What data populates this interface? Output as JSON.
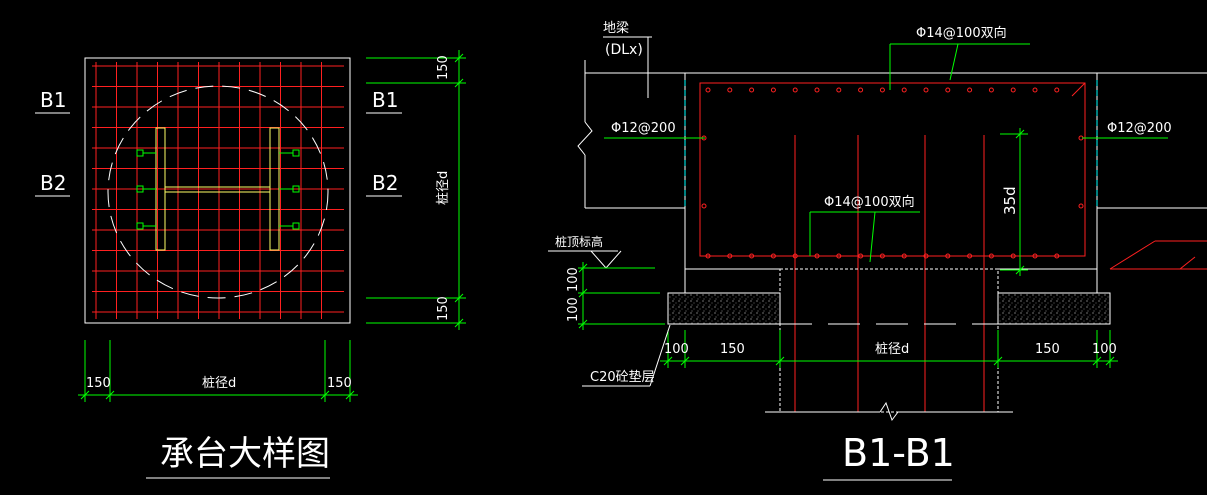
{
  "colors": {
    "background": "#000000",
    "outline": "#ffffff",
    "dimension": "#00ff00",
    "rebar": "#ff2020",
    "centerline": "#00ffff",
    "steel": "#ffff66"
  },
  "plan": {
    "title": "承台大样图",
    "section_labels": {
      "b1_left": "B1",
      "b2_left": "B2",
      "b1_right": "B1",
      "b2_right": "B2"
    },
    "dims": {
      "top_150": "150",
      "bottom_150": "150",
      "pile_d_vertical": "桩径d",
      "left_150": "150",
      "pile_d_horizontal": "桩径d",
      "right_150": "150"
    }
  },
  "section": {
    "title": "B1-B1",
    "beam_label": "地梁",
    "beam_code": "(DLx)",
    "top_rebar": "Φ14@100双向",
    "side_rebar_left": "Φ12@200",
    "side_rebar_right": "Φ12@200",
    "bottom_rebar": "Φ14@100双向",
    "anchor_len": "35d",
    "pile_top_elev": "桩顶标高",
    "dims": {
      "v_100_a": "100",
      "v_100_b": "100",
      "h_100_left": "100",
      "h_150_left": "150",
      "h_pile_d": "桩径d",
      "h_150_right": "150",
      "h_100_right": "100"
    },
    "pad_label": "C20砼垫层"
  }
}
